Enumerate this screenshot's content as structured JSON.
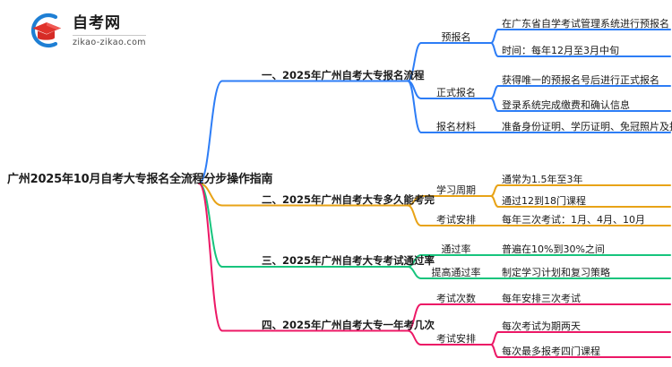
{
  "logo": {
    "name_cn": "自考网",
    "domain": "zikao-zikao.com",
    "mark_icon": "graduation-cap-icon",
    "arc_color": "#1e7fd4",
    "cap_color": "#e0332c"
  },
  "mindmap": {
    "root": "广州2025年10月自考大专报名全流程分步操作指南",
    "branches": [
      {
        "label": "一、2025年广州自考大专报名流程",
        "color": "#2d7df6",
        "children": [
          {
            "label": "预报名",
            "leaves": [
              "在广东省自学考试管理系统进行预报名",
              "时间：每年12月至3月中旬"
            ]
          },
          {
            "label": "正式报名",
            "leaves": [
              "获得唯一的预报名号后进行正式报名",
              "登录系统完成缴费和确认信息"
            ]
          },
          {
            "label": "报名材料",
            "leaves": [
              "准备身份证明、学历证明、免冠照片及报名表"
            ]
          }
        ]
      },
      {
        "label": "二、2025年广州自考大专多久能考完",
        "color": "#e8a317",
        "children": [
          {
            "label": "学习周期",
            "leaves": [
              "通常为1.5年至3年",
              "通过12到18门课程"
            ]
          },
          {
            "label": "考试安排",
            "leaves": [
              "每年三次考试：1月、4月、10月"
            ]
          }
        ]
      },
      {
        "label": "三、2025年广州自考大专考试通过率",
        "color": "#17c47d",
        "children": [
          {
            "label": "通过率",
            "leaves": [
              "普遍在10%到30%之间"
            ]
          },
          {
            "label": "提高通过率",
            "leaves": [
              "制定学习计划和复习策略"
            ]
          }
        ]
      },
      {
        "label": "四、2025年广州自考大专一年考几次",
        "color": "#ec1866",
        "children": [
          {
            "label": "考试次数",
            "leaves": [
              "每年安排三次考试"
            ]
          },
          {
            "label": "考试安排",
            "leaves": [
              "每次考试为期两天",
              "每次最多报考四门课程"
            ]
          }
        ]
      }
    ]
  }
}
